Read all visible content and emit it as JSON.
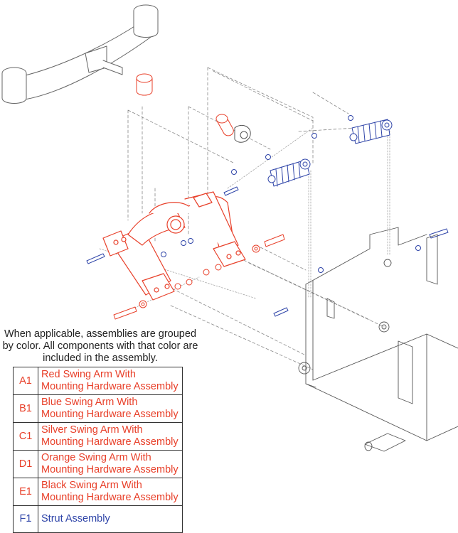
{
  "colors": {
    "red": "#e8402a",
    "blue": "#2e44a8",
    "line": "#555555",
    "dash": "#888888"
  },
  "note": "When applicable, assemblies are grouped by color. All components with that color are included in the assembly.",
  "legend": [
    {
      "code": "A1",
      "line1": "Red Swing Arm With",
      "line2": "Mounting Hardware Assembly",
      "color": "#e8402a"
    },
    {
      "code": "B1",
      "line1": "Blue Swing Arm With",
      "line2": "Mounting Hardware Assembly",
      "color": "#e8402a"
    },
    {
      "code": "C1",
      "line1": "Silver Swing Arm With",
      "line2": "Mounting Hardware Assembly",
      "color": "#e8402a"
    },
    {
      "code": "D1",
      "line1": "Orange Swing Arm With",
      "line2": "Mounting Hardware Assembly",
      "color": "#e8402a"
    },
    {
      "code": "E1",
      "line1": "Black Swing Arm With",
      "line2": "Mounting Hardware Assembly",
      "color": "#e8402a"
    },
    {
      "code": "F1",
      "line1": "Strut Assembly",
      "line2": "",
      "color": "#2e44a8"
    }
  ]
}
